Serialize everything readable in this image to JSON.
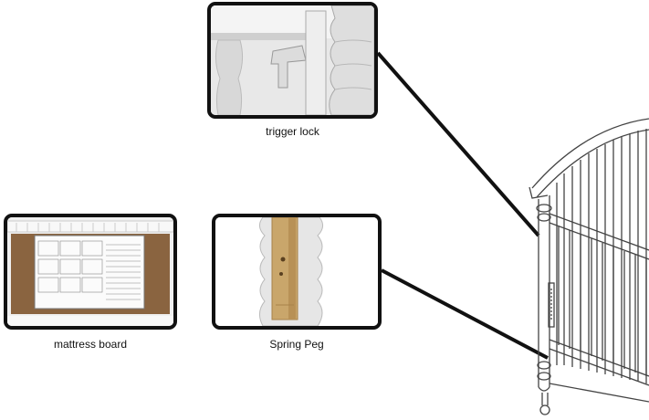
{
  "callouts": {
    "trigger_lock": {
      "caption": "trigger lock"
    },
    "mattress_board": {
      "caption": "mattress board"
    },
    "spring_peg": {
      "caption": "Spring Peg"
    }
  },
  "colors": {
    "border": "#111111",
    "wood": "#c9a66b",
    "mattress": "#8a6440",
    "crib_line": "#444444"
  }
}
